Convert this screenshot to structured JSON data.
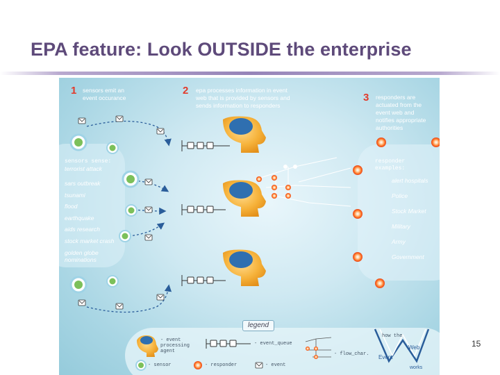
{
  "slide": {
    "title": "EPA feature: Look OUTSIDE the enterprise",
    "page_number": "15"
  },
  "steps": [
    {
      "number": "1",
      "text": [
        "sensors emit an",
        "event occurance"
      ]
    },
    {
      "number": "2",
      "text": [
        "epa processes information in event",
        "web that is provided by sensors and",
        "sends information to responders"
      ]
    },
    {
      "number": "3",
      "text": [
        "responders are",
        "actuated from the",
        "event web and",
        "notifies appropriate",
        "authorities"
      ]
    }
  ],
  "sensors": {
    "header": "sensors sense:",
    "items": [
      "terrorist attack",
      "sars outbreak",
      "tsunami",
      "flood",
      "earthquake",
      "aids research",
      "stock market crash",
      "golden globe",
      "nominations"
    ]
  },
  "responders": {
    "header": [
      "responder",
      "examples:"
    ],
    "items": [
      "alert hospitals",
      "Police",
      "Stock Market",
      "Military",
      "Army",
      "Government"
    ]
  },
  "legend": {
    "title": "legend",
    "epa": [
      "- event",
      "processing",
      "agent"
    ],
    "queue": "- event_queue",
    "flow": "- flow_char.",
    "sensor": "- sensor",
    "responder": "- responder",
    "event": "- event"
  },
  "branding": {
    "how_the": "how the",
    "event": "Event",
    "web": "Web",
    "works": "works"
  },
  "colors": {
    "title": "#5e4a7a",
    "accent_red": "#e23a2a",
    "sensor_green": "#7cc05a",
    "responder_orange": "#e85a1a",
    "head_orange": "#f2a124",
    "brain_blue": "#2f6fb0",
    "arrow_blue": "#2a5d9a"
  }
}
